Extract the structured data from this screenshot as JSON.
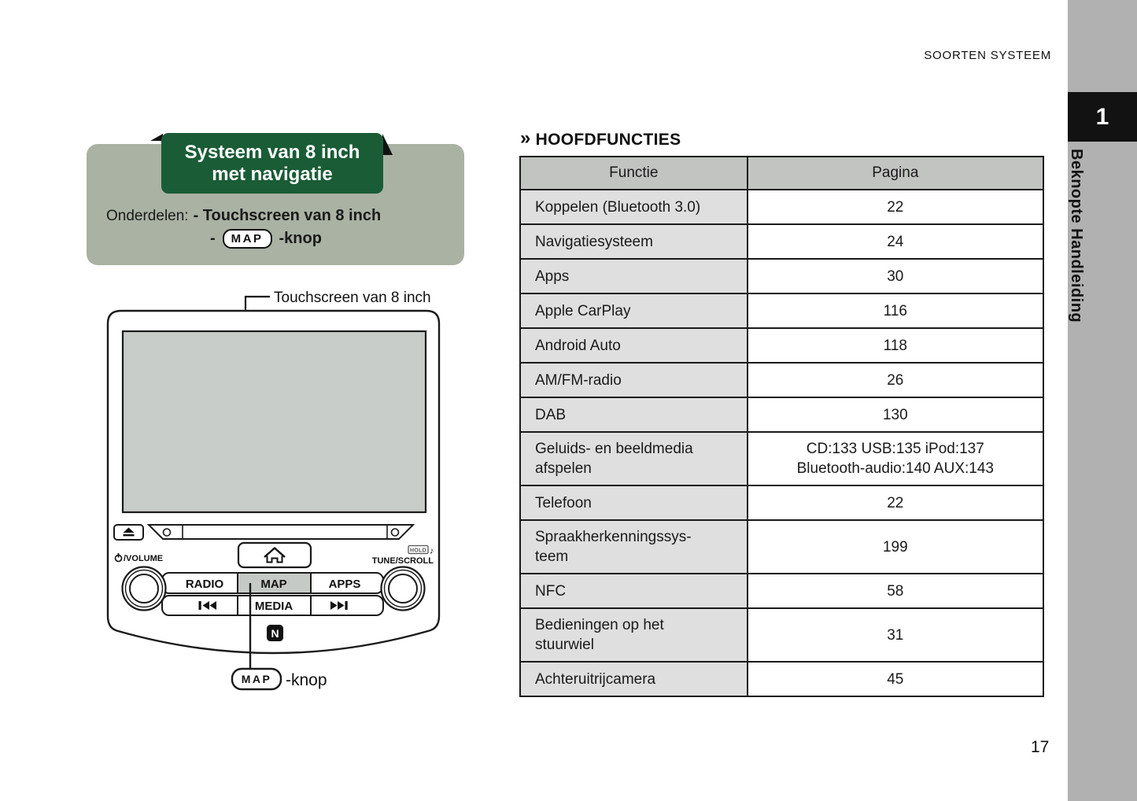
{
  "colors": {
    "accent_green": "#1a5c36",
    "panel_sage": "#a9b2a3",
    "sidebar_gray": "#b1b1b1",
    "chapter_black": "#121212",
    "table_header_gray": "#c2c4c2",
    "table_cell_gray": "#dedfde",
    "device_screen_gray": "#c9cdc9",
    "map_key_highlight": "#c6cac6"
  },
  "page": {
    "running_header": "SOORTEN SYSTEEM",
    "page_number": "17"
  },
  "sidebar": {
    "chapter_number": "1",
    "tab_label": "Beknopte Handleiding"
  },
  "system_card": {
    "title": "Systeem van 8 inch\nmet navigatie",
    "components_label": "Onderdelen:",
    "component_1": "- Touchscreen van 8 inch",
    "component_2_dash": "-",
    "component_2_button": "MAP",
    "component_2_suffix": "-knop"
  },
  "device": {
    "screen_callout": "Touchscreen van 8 inch",
    "volume_label": "/VOLUME",
    "hold_badge": "HOLD",
    "note_icon": "♪",
    "tune_label": "TUNE/SCROLL",
    "btn_radio": "RADIO",
    "btn_map": "MAP",
    "btn_apps": "APPS",
    "btn_media": "MEDIA",
    "nfc_mark": "N",
    "map_callout_button": "MAP",
    "map_callout_suffix": "-knop"
  },
  "functions": {
    "heading_chevron": "»",
    "heading": "HOOFDFUNCTIES",
    "table": {
      "headers": [
        "Functie",
        "Pagina"
      ],
      "rows": [
        {
          "functie": "Koppelen (Bluetooth 3.0)",
          "pagina": "22"
        },
        {
          "functie": "Navigatiesysteem",
          "pagina": "24"
        },
        {
          "functie": "Apps",
          "pagina": "30"
        },
        {
          "functie": "Apple CarPlay",
          "pagina": "116"
        },
        {
          "functie": "Android Auto",
          "pagina": "118"
        },
        {
          "functie": "AM/FM-radio",
          "pagina": "26"
        },
        {
          "functie": "DAB",
          "pagina": "130"
        },
        {
          "functie": "Geluids- en beeldmedia\nafspelen",
          "pagina": "CD:133   USB:135   iPod:137\nBluetooth-audio:140   AUX:143"
        },
        {
          "functie": "Telefoon",
          "pagina": "22"
        },
        {
          "functie": "Spraakherkenningssys-\nteem",
          "pagina": "199"
        },
        {
          "functie": "NFC",
          "pagina": "58"
        },
        {
          "functie": "Bedieningen op het\nstuurwiel",
          "pagina": "31"
        },
        {
          "functie": "Achteruitrijcamera",
          "pagina": "45"
        }
      ]
    }
  }
}
